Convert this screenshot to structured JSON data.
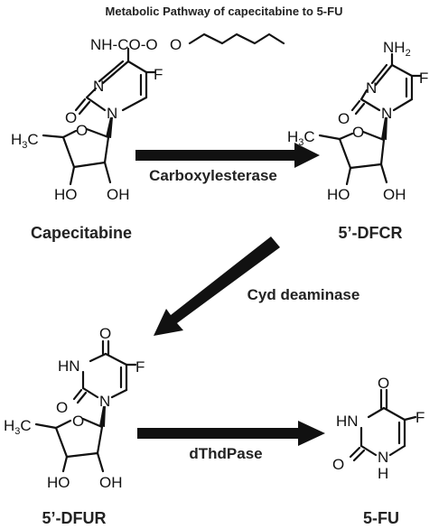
{
  "title": "Metabolic Pathway of capecitabine to 5-FU",
  "compounds": {
    "capecitabine": "Capecitabine",
    "dfcr": "5’-DFCR",
    "dfur": "5’-DFUR",
    "fu": "5-FU"
  },
  "enzymes": {
    "carboxylesterase": "Carboxylesterase",
    "cyd_deaminase": "Cyd deaminase",
    "dthdpase": "dThdPase"
  },
  "atoms": {
    "carbamate": "NH-CO-O",
    "N": "N",
    "O": "O",
    "F": "F",
    "HN": "HN",
    "H": "H",
    "H3C_H": "H",
    "H3C_sub": "3",
    "H3C_C": "C",
    "HO": "HO",
    "OH": "OH",
    "NH2_N": "NH",
    "NH2_sub": "2"
  },
  "colors": {
    "ink": "#111111",
    "background": "#ffffff"
  }
}
